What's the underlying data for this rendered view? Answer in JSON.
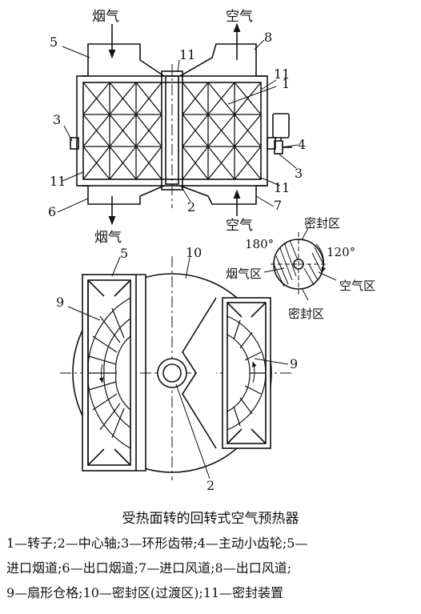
{
  "labels": {
    "flue_gas": "烟气",
    "air": "空气",
    "n1": "1",
    "n2": "2",
    "n3": "3",
    "n4": "4",
    "n5": "5",
    "n6": "6",
    "n7": "7",
    "n8": "8",
    "n9": "9",
    "n10": "10",
    "n11": "11"
  },
  "zones": {
    "seal_zone": "密封区",
    "flue_zone": "烟气区",
    "air_zone": "空气区",
    "angle_180": "180°",
    "angle_120": "120°"
  },
  "caption": "受热面转的回转式空气预热器",
  "legend_lines": [
    "1—转子;2—中心轴;3—环形齿带;4—主动小齿轮;5—",
    "进口烟道;6—出口烟道;7—进口风道;8—出口风道;",
    "9—扇形仓格;10—密封区(过渡区);11—密封装置"
  ]
}
